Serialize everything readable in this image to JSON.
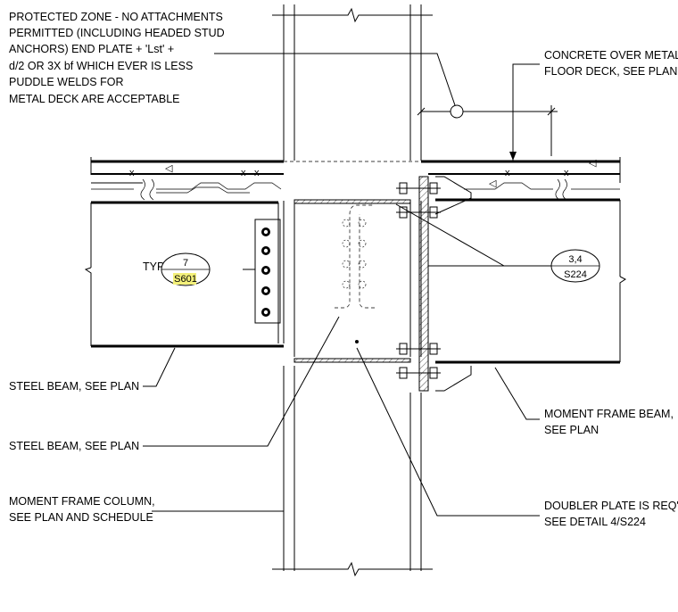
{
  "notes": {
    "protected_zone": [
      "PROTECTED ZONE - NO ATTACHMENTS",
      "PERMITTED (INCLUDING HEADED STUD",
      "ANCHORS)  END PLATE + 'Lst' +",
      "d/2 OR 3X bf WHICH EVER IS LESS",
      "PUDDLE WELDS FOR",
      "METAL DECK ARE ACCEPTABLE"
    ],
    "concrete_deck": [
      "CONCRETE OVER METAL",
      "FLOOR DECK, SEE PLAN"
    ],
    "steel_beam_1": "STEEL BEAM, SEE PLAN",
    "steel_beam_2": "STEEL BEAM, SEE PLAN",
    "moment_column": [
      "MOMENT FRAME COLUMN,",
      "SEE PLAN AND SCHEDULE"
    ],
    "moment_beam": [
      "MOMENT FRAME BEAM,",
      "SEE PLAN"
    ],
    "doubler_plate": [
      "DOUBLER PLATE IS REQ'D",
      "SEE DETAIL 4/S224"
    ]
  },
  "detail_tags": {
    "left": {
      "prefix": "TYP",
      "number": "7",
      "sheet": "S601",
      "sheet_highlight": "#f3f07a"
    },
    "right": {
      "number": "3,4",
      "sheet": "S224"
    }
  }
}
